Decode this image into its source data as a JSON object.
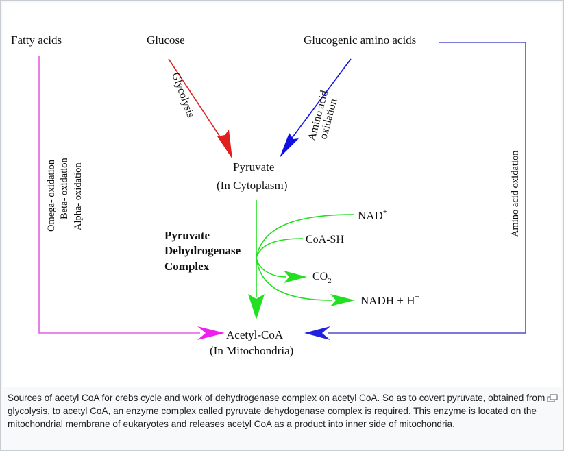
{
  "nodes": {
    "fatty_acids": "Fatty acids",
    "glucose": "Glucose",
    "glucogenic_amino_acids": "Glucogenic amino acids",
    "pyruvate": "Pyruvate",
    "pyruvate_location": "(In Cytoplasm)",
    "complex_line1": "Pyruvate",
    "complex_line2": "Dehydrogenase",
    "complex_line3": "Complex",
    "acetyl_coa": "Acetyl-CoA",
    "acetyl_location": "(In Mitochondria)",
    "nad": "NAD",
    "nad_sup": "+",
    "coash": "CoA-SH",
    "co2": "CO",
    "co2_sub": "2",
    "nadh": "NADH + H",
    "nadh_sup": "+"
  },
  "edge_labels": {
    "glycolysis": "Glycolysis",
    "amino_acid_line1": "Amino acid",
    "amino_acid_line2": "oxidation",
    "fatty_ox1": "Alpha- oxidation",
    "fatty_ox2": "Beta- oxidation",
    "fatty_ox3": "Omega- oxidation",
    "amino_acid_oxidation": "Amino acid oxidation"
  },
  "colors": {
    "glycolysis_arrow": "#e02020",
    "amino_arrow": "#1010e0",
    "fatty_line": "#e060e0",
    "amino_route": "#5050c8",
    "complex_arrows": "#20e020"
  },
  "caption": "Sources of acetyl CoA for crebs cycle and work of dehydrogenase complex on acetyl CoA. So as to covert pyruvate, obtained from glycolysis, to acetyl CoA, an enzyme complex called pyruvate dehydogenase complex is required. This enzyme is located on the mitochondrial membrane of eukaryotes and releases acetyl CoA as a product into inner side of mitochondria."
}
